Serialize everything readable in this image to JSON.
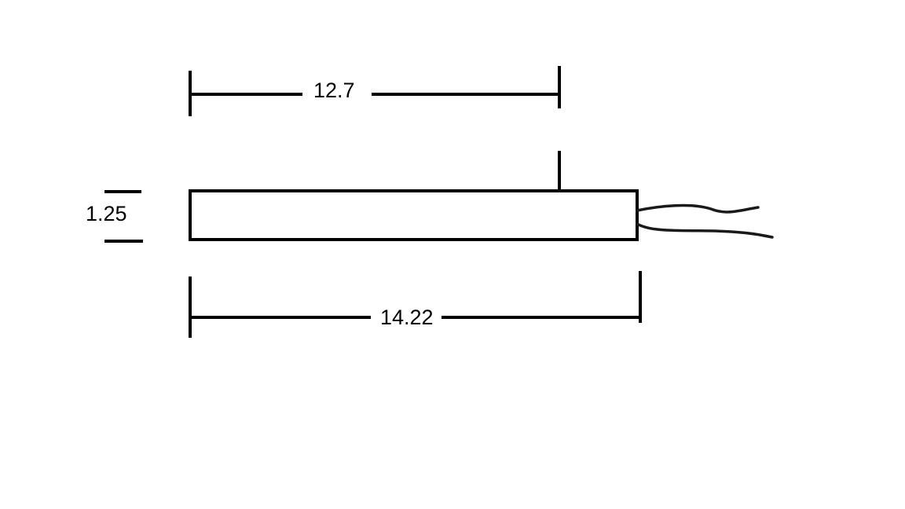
{
  "diagram": {
    "dimensions": {
      "top_length": "12.7",
      "height": "1.25",
      "total_length": "14.22"
    },
    "colors": {
      "stroke": "#000000",
      "background": "#ffffff"
    }
  }
}
